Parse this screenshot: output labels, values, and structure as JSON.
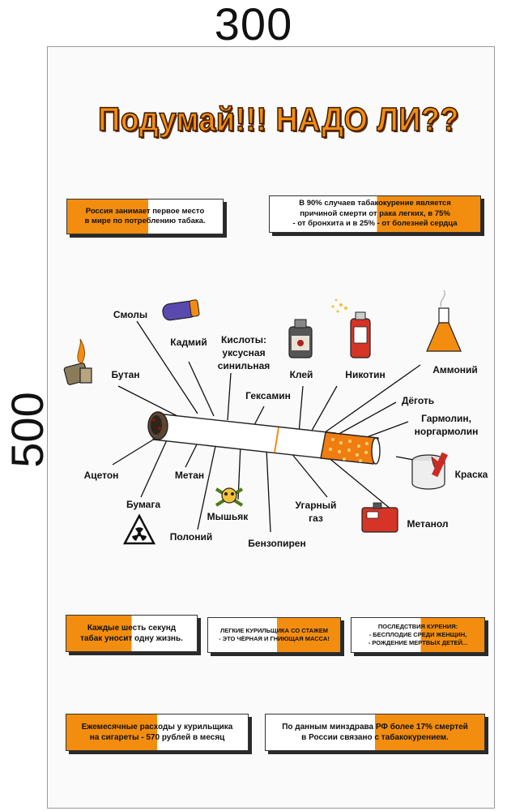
{
  "dimensions": {
    "width": "300",
    "height": "500"
  },
  "title": "Подумай!!! НАДО ЛИ??",
  "facts": {
    "russia_first": "Россия занимает первое место\nв мире по потреблению табака.",
    "cancer": "В 90% случаев табакокурение является\nпричиной смерти от рака легких, в 75%\n- от бронхита и в 25% - от болезней сердца",
    "six_seconds": "Каждые шесть секунд\nтабак уносит одну жизнь.",
    "lungs": "ЛЕГКИЕ КУРИЛЬЩИКА СО СТАЖЕМ\n- ЭТО ЧЁРНАЯ И ГНИЮЩАЯ МАССА!",
    "consequences": "ПОСЛЕДСТВИЯ КУРЕНИЯ:\n- БЕСПЛОДИЕ СРЕДИ ЖЕНЩИН,\n- РОЖДЕНИЕ МЕРТВЫХ ДЕТЕЙ...",
    "expenses": "Ежемесячные расходы у курильщика\nна сигареты - 570 рублей в месяц",
    "minzdrav": "По данным минздрава РФ более 17% смертей\nв России связано с табакокурением."
  },
  "substances": {
    "smoly": "Смолы",
    "kadmiy": "Кадмий",
    "kisloty": "Кислоты:\nуксусная\nсинильная",
    "klei": "Клей",
    "nikotin": "Никотин",
    "ammoniy": "Аммоний",
    "butan": "Бутан",
    "geksamin": "Гексамин",
    "degot": "Дёготь",
    "garmolin": "Гармолин,\nноргармолин",
    "aceton": "Ацетон",
    "metan": "Метан",
    "kraska": "Краска",
    "bumaga": "Бумага",
    "myshyak": "Мышьяк",
    "ugarny": "Угарный\nгаз",
    "metanol": "Метанол",
    "poloniy": "Полоний",
    "benzopiren": "Бензопирен"
  },
  "colors": {
    "accent": "#f28d10",
    "filter": "#f07d10",
    "title_stroke": "#3a1a00"
  }
}
